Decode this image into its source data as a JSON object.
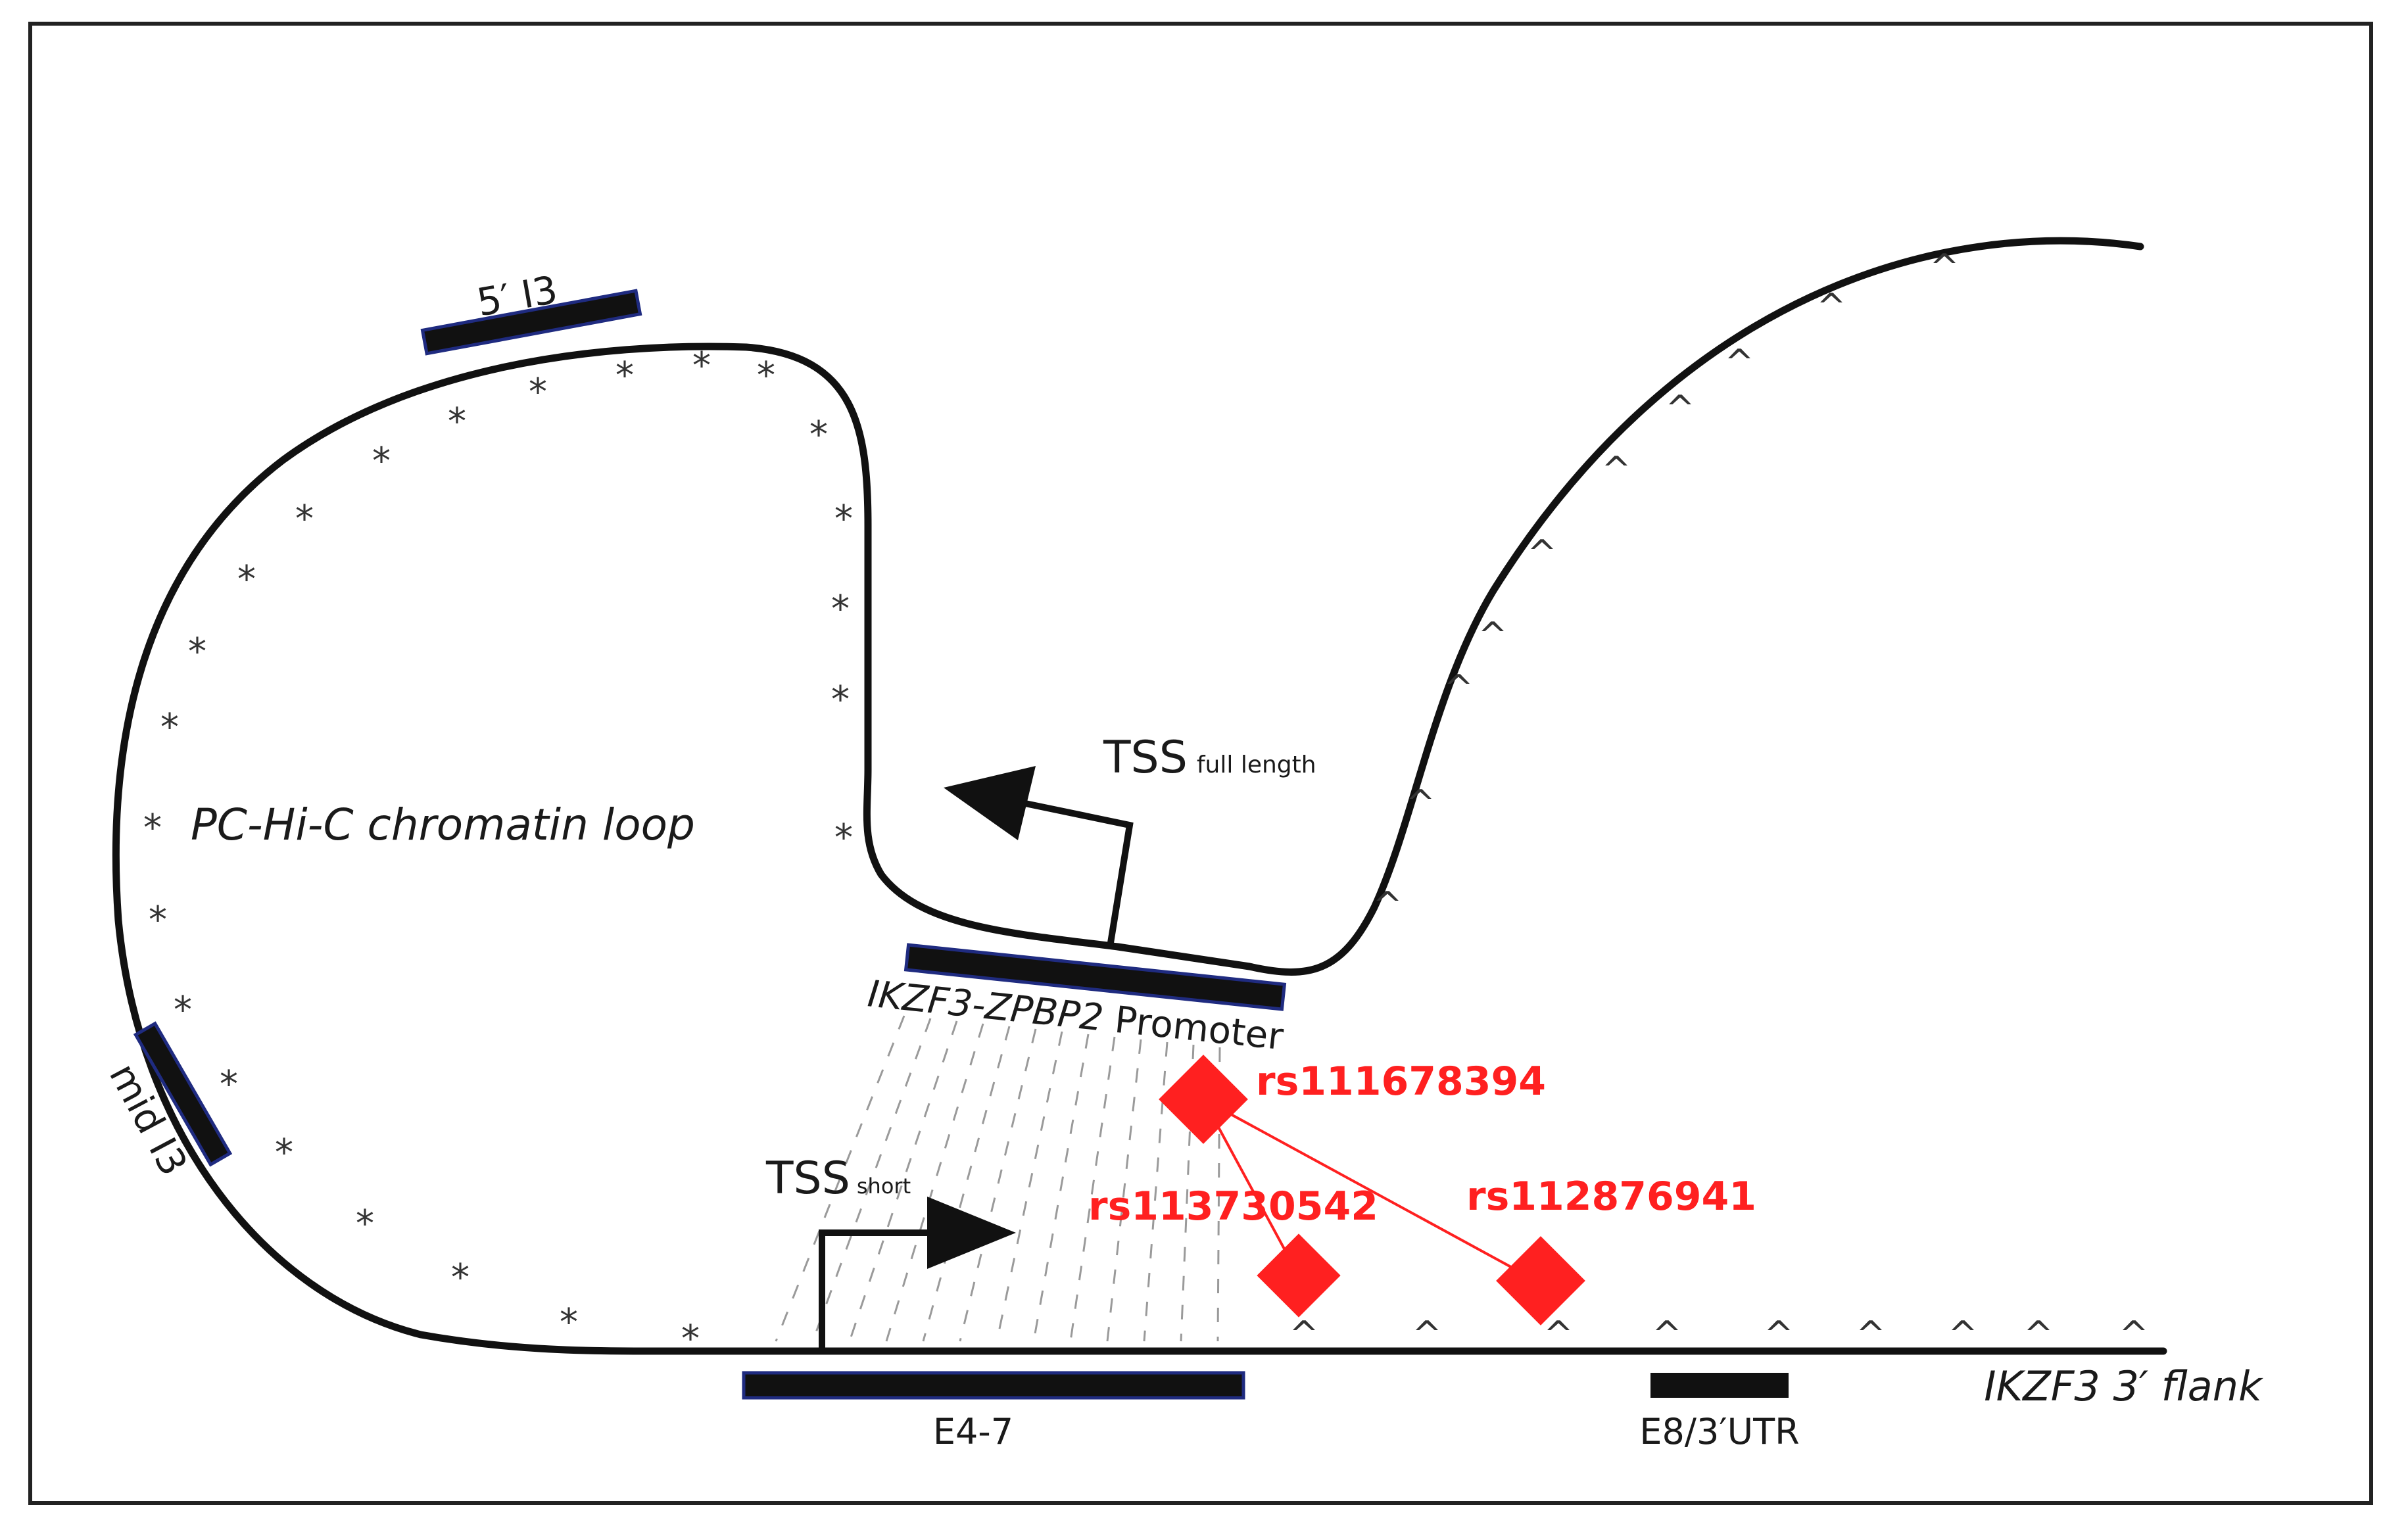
{
  "labels": {
    "loop": "PC-Hi-C chromatin loop",
    "five_prime_i3": "5′ I3",
    "mid_i3": "mid I3",
    "promoter_gene": "IKZF3-ZPBP2",
    "promoter_word": "Promoter",
    "tss_full": "TSS",
    "tss_full_sub": "full length",
    "tss_short": "TSS",
    "tss_short_sub": "short",
    "exon_4_7": "E4-7",
    "exon_8_utr": "E8/3′UTR",
    "flank": "IKZF3 3′ flank"
  },
  "snps": [
    {
      "id": "rs111678394"
    },
    {
      "id": "rs113730542"
    },
    {
      "id": "rs112876941"
    }
  ],
  "symbols": {
    "loop_marker": "*",
    "flank_marker": "^"
  },
  "colors": {
    "line": "#111111",
    "bar_fill": "#111111",
    "bar_outline": "#1f2b80",
    "snp": "#ff2020",
    "frame": "#222222"
  }
}
